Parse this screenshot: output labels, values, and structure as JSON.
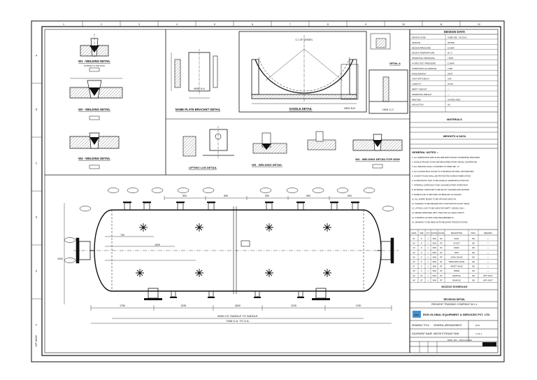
{
  "sheet": {
    "grid_columns": [
      "1",
      "2",
      "3",
      "4",
      "5",
      "6",
      "7",
      "8",
      "9",
      "10",
      "11",
      "12"
    ],
    "grid_rows": [
      "A",
      "B",
      "C",
      "D",
      "E",
      "F"
    ],
    "margin_code": "DP-0000"
  },
  "details": {
    "w1": "W1 - WELDING DETAIL",
    "w2": "W2 - WELDING DETAIL",
    "w3": "W3 - WELDING DETAIL/TOP DISH",
    "w4": "W4 - WELDING DETAIL",
    "w5": "W5 - WELDING DETAIL",
    "w1_sub": "NOZZLE TO TOP DISH",
    "name_plate": "NAME PLATE BRACKET DETAIL",
    "lifting": "LIFTING LUG DETAIL",
    "view_aa": "VIEW 'A-A'",
    "view_bb": "VIEW 'B-B'",
    "view_cc": "VIEW 'C-C'",
    "detail_a": "DETAIL-A",
    "saddle": "SADDLE DETAIL",
    "cl_vessel": "C.L OF VESSEL"
  },
  "main_view": {
    "top_dims": [
      "500",
      "650",
      "500",
      "650",
      "500"
    ],
    "bottom_dims": [
      "1750",
      "2225",
      "3500",
      "2225",
      "1750"
    ],
    "saddle_note": "4650 C/C SADDLE TO SADDLE",
    "total": "7466 O.A. TO O.A.",
    "left_dims": [
      "730",
      "1000",
      "2400"
    ]
  },
  "design_data": {
    "title": "DESIGN DATA",
    "rows": [
      [
        "DESIGN CODE",
        "ASME SEC. VIII DIV.1"
      ],
      [
        "SERVICE",
        "WATER"
      ],
      [
        "DESIGN PRESSURE",
        "10 BAR"
      ],
      [
        "DESIGN TEMPERATURE",
        "65 °C"
      ],
      [
        "OPERATING PRESSURE",
        "7 BAR"
      ],
      [
        "HYDRO TEST PRESSURE",
        "13 BAR"
      ],
      [
        "CORROSION ALLOWANCE",
        "3 MM"
      ],
      [
        "RADIOGRAPHY",
        "SPOT"
      ],
      [
        "JOINT EFFICIENCY",
        "0.85"
      ],
      [
        "CAPACITY",
        "25 M3"
      ],
      [
        "EMPTY WEIGHT",
        "—"
      ],
      [
        "OPERATING WEIGHT",
        "—"
      ],
      [
        "PAINTING",
        "AS PER SPEC."
      ],
      [
        "INSULATION",
        "NIL"
      ]
    ],
    "sub_title_1": "MATERIALS",
    "sub_title_2": "WEIGHTS & DATA"
  },
  "general_notes": {
    "title": "GENERAL NOTES :-",
    "lines": [
      "1. ALL DIMENSIONS ARE IN MILLIMETERS UNLESS OTHERWISE SPECIFIED.",
      "2. NOZZLE PROJECTIONS ARE MEASURED FROM VESSEL CENTERLINE.",
      "3. ALL WELDING SHALL CONFORM TO ASME SEC. IX.",
      "4. ALL FLANGE BOLT HOLES TO STRADDLE NATURAL CENTERLINES.",
      "5. GASKET FACES SHALL BE PROTECTED DURING FABRICATION.",
      "6. HYDROSTATIC TEST TO BE DONE IN HORIZONTAL POSITION.",
      "7. INTERNAL SURFACES TO BE CLEANED AFTER HYDROTEST.",
      "8. EXTERNAL SURFACES TO BE BLAST CLEANED AND PAINTED.",
      "9. NAME PLATE TO BE FIXED ON BRACKET AS SHOWN.",
      "10. ALL SHARP EDGES TO BE GROUND SMOOTH.",
      "11. SADDLES TO BE WELDED WITH CONTINUOUS FILLET WELD.",
      "12. LIFTING LUGS TO BE USED FOR EMPTY VESSEL ONLY.",
      "13. REFER APPROVED WPS / PQR FOR ALL WELD JOINTS.",
      "14. STAMPING AS PER CODE REQUIREMENTS.",
      "15. DRAWING TO BE READ WITH RELEVANT SPECIFICATIONS."
    ]
  },
  "nozzle_schedule": {
    "title": "NOZZLE SCHEDULE",
    "headers": [
      "MARK",
      "SIZE",
      "QTY",
      "RATING",
      "FACING",
      "DESCRIPTION",
      "PROJ.",
      "REMARKS"
    ],
    "rows": [
      [
        "N1",
        "6\"",
        "1",
        "150#",
        "RF",
        "INLET",
        "250",
        "—"
      ],
      [
        "N2",
        "6\"",
        "1",
        "150#",
        "RF",
        "OUTLET",
        "250",
        "—"
      ],
      [
        "N3",
        "4\"",
        "1",
        "150#",
        "RF",
        "DRAIN",
        "200",
        "—"
      ],
      [
        "N4",
        "3\"",
        "1",
        "150#",
        "RF",
        "VENT",
        "200",
        "—"
      ],
      [
        "N5",
        "2\"",
        "2",
        "150#",
        "RF",
        "LEVEL GAUGE",
        "200",
        "—"
      ],
      [
        "N6",
        "2\"",
        "1",
        "150#",
        "RF",
        "PRESSURE GAUGE",
        "200",
        "—"
      ],
      [
        "N7",
        "2\"",
        "1",
        "150#",
        "RF",
        "SAFETY VALVE",
        "200",
        "—"
      ],
      [
        "N8",
        "1\"",
        "1",
        "150#",
        "RF",
        "SPARE",
        "150",
        "—"
      ],
      [
        "M1",
        "20\"",
        "1",
        "150#",
        "RF",
        "MANHOLE",
        "300",
        "WITH DAVIT"
      ],
      [
        "M2",
        "20\"",
        "1",
        "150#",
        "RF",
        "MANHOLE",
        "300",
        "WITH DAVIT"
      ]
    ]
  },
  "title_block": {
    "revision_title": "REVISION DETAIL",
    "client": "REGATAT TRADING COMPANY W.L.L",
    "logo_text": "ROH",
    "contractor": "ROH GLOBAL EQUIPMENT & SERVICES PVT. LTD.",
    "drawing_title_label": "DRAWING TITLE :",
    "drawing_title": "GENERAL ARRANGEMENT",
    "equipment_label": "EQUIPMENT NAME :",
    "equipment": "WATER STORAGE TANK",
    "scale": "NTS",
    "sheet": "1 OF 1",
    "drawing_no": "DWG. NO. - ROH-GA-001",
    "revision": "REV. 0"
  }
}
